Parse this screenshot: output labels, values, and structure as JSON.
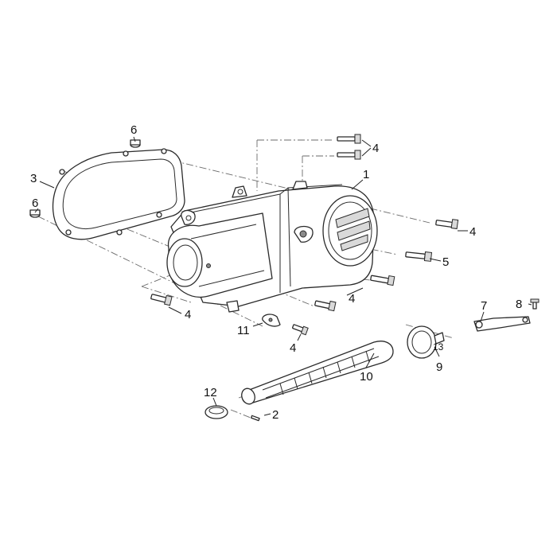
{
  "callouts": {
    "c1": "1",
    "c2": "2",
    "c3": "3",
    "c4a": "4",
    "c4b": "4",
    "c4c": "4",
    "c4d": "4",
    "c4e": "4",
    "c5": "5",
    "c6a": "6",
    "c6b": "6",
    "c7": "7",
    "c8": "8",
    "c9": "9",
    "c10": "10",
    "c11": "11",
    "c12": "12",
    "c13": "13"
  },
  "colors": {
    "line": "#2a2a2a",
    "leader": "#6a6a6a",
    "background": "#ffffff"
  }
}
